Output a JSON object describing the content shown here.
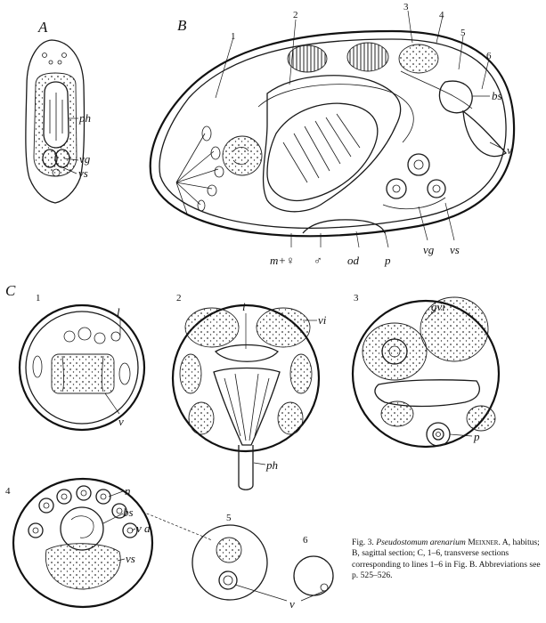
{
  "panels": {
    "A": {
      "letter": "A",
      "labels": [
        "ph",
        "vg",
        "vs"
      ]
    },
    "B": {
      "letter": "B",
      "section_numbers": [
        "1",
        "2",
        "3",
        "4",
        "5",
        "6"
      ],
      "labels": {
        "bs": "bs",
        "v": "v",
        "m": "m+♀",
        "male": "♂",
        "od": "od",
        "p": "p",
        "vg": "vg",
        "vs": "vs"
      }
    },
    "C": {
      "letter": "C",
      "s1": {
        "num": "1",
        "labels": [
          "l",
          "v"
        ]
      },
      "s2": {
        "num": "2",
        "labels": [
          "i",
          "vi",
          "ph"
        ]
      },
      "s3": {
        "num": "3",
        "labels": [
          "gvi",
          "p"
        ]
      },
      "s4": {
        "num": "4",
        "labels": [
          "n",
          "bs",
          "v d",
          "vs"
        ]
      },
      "s5": {
        "num": "5"
      },
      "s6": {
        "num": "6"
      },
      "s56_label": "v"
    }
  },
  "caption": {
    "fig": "Fig. 3.",
    "species": "Pseudostomum arenarium",
    "author": "Meixner.",
    "text_1": "A, habitus; B, sagittal section; C, 1–6, transverse sections corresponding to lines 1–6 in Fig. B.",
    "text_2": "Abbreviations see p. 525–526."
  }
}
